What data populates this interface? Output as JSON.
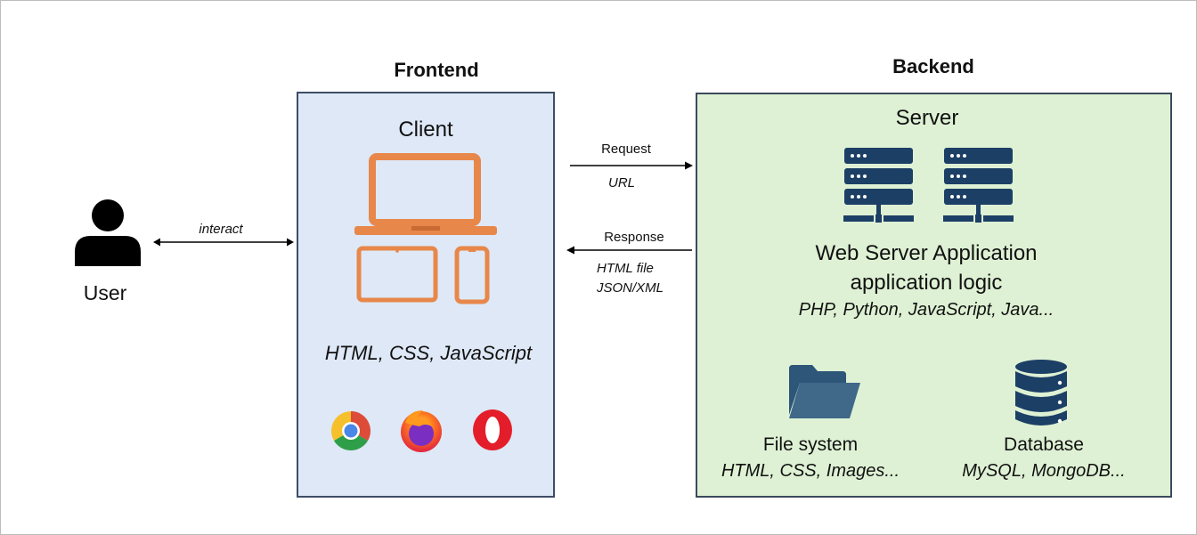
{
  "frontend": {
    "heading": "Frontend",
    "client_title": "Client",
    "tech": "HTML, CSS, JavaScript",
    "browsers": [
      "chrome-icon",
      "firefox-icon",
      "opera-icon"
    ]
  },
  "backend": {
    "heading": "Backend",
    "server_title": "Server",
    "app_title": "Web Server Application",
    "app_subtitle": "application logic",
    "app_langs": "PHP, Python, JavaScript, Java...",
    "file_system": {
      "title": "File system",
      "subtitle": "HTML, CSS, Images..."
    },
    "database": {
      "title": "Database",
      "subtitle": "MySQL, MongoDB..."
    }
  },
  "user": {
    "label": "User",
    "interact": "interact"
  },
  "request": {
    "label": "Request",
    "sub": "URL"
  },
  "response": {
    "label": "Response",
    "sub1": "HTML file",
    "sub2": "JSON/XML"
  },
  "colors": {
    "frontend_bg": "#dee8f6",
    "backend_bg": "#def1d4",
    "device_orange": "#e8874a",
    "server_navy": "#1c3f66",
    "folder_blue": "#3f6889"
  }
}
